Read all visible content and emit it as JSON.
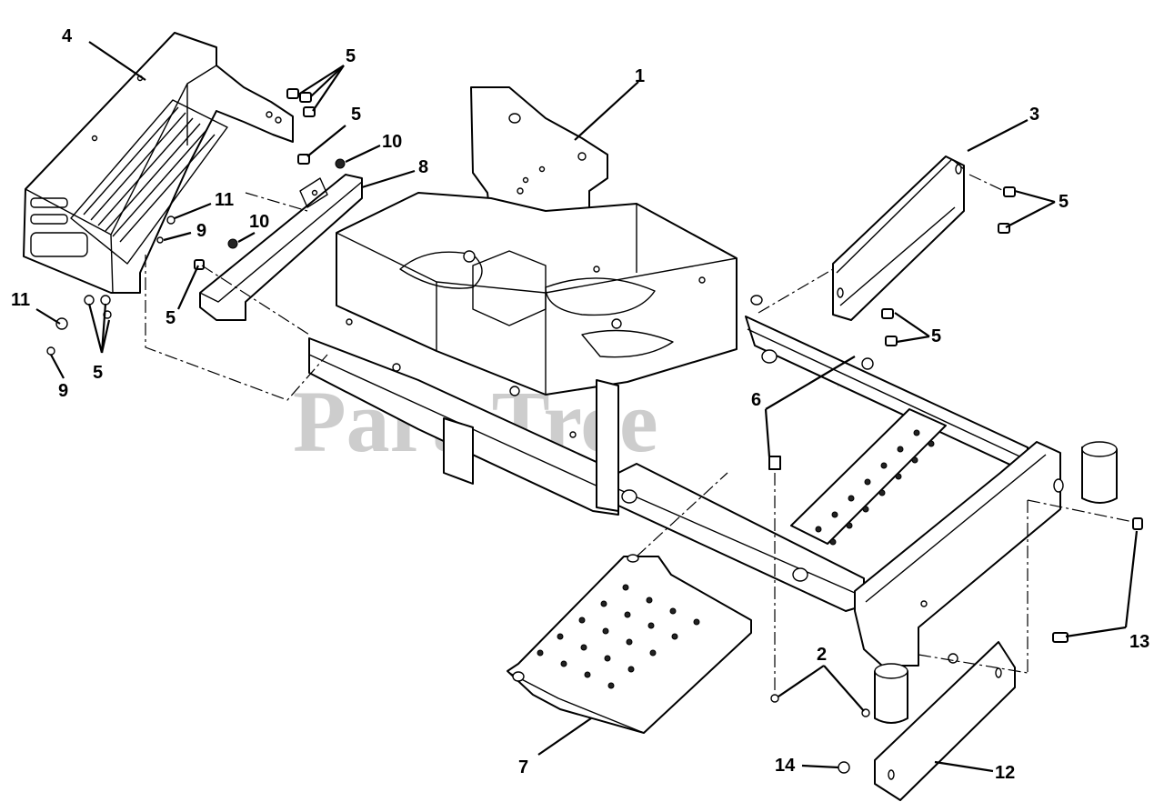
{
  "watermark": {
    "text": "PartsTree",
    "trademark": "™"
  },
  "callouts": {
    "c1": "1",
    "c2": "2",
    "c3": "3",
    "c4": "4",
    "c5a": "5",
    "c5b": "5",
    "c5c": "5",
    "c5d": "5",
    "c5e": "5",
    "c5f": "5",
    "c6": "6",
    "c7": "7",
    "c8": "8",
    "c9a": "9",
    "c9b": "9",
    "c10a": "10",
    "c10b": "10",
    "c11a": "11",
    "c11b": "11",
    "c12": "12",
    "c13": "13",
    "c14": "14"
  }
}
